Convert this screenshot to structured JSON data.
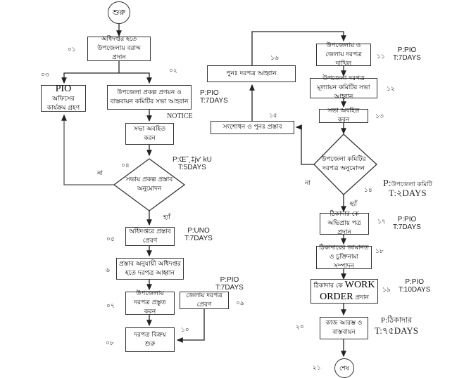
{
  "start": "শুরু",
  "end": "শেষ",
  "steps": {
    "s01": {
      "num": "০১",
      "text": "অধিদপ্তর হতে উপজেলায় বরাদ্দ প্রদান"
    },
    "s02": {
      "num": "০২",
      "text": "উপজেলা প্রকল্প প্রণয়ন ও বাস্তবায়ন কমিটির সভা আহবান",
      "note": "NOTICE"
    },
    "s03": {
      "num": "০৩",
      "text_prefix": "PIO",
      "text": "অফিসের কার্যক্রম গ্রহণ"
    },
    "s03b": {
      "text": "সভা অবহিত করন"
    },
    "s04": {
      "num": "০৪",
      "text": "সভায় প্রকল্প প্রস্তাব অনুমোদন",
      "no": "না",
      "yes": "হ্যাঁ",
      "p": "P:Œˆ¸‡jv' kU",
      "t": "T:5DAYS"
    },
    "s05": {
      "num": "০৫",
      "text": "অধিদপ্তরে প্রস্তাব প্রেরণ",
      "p": "P:UNO",
      "t": "T:7DAYS"
    },
    "s06": {
      "num": "৬",
      "text": "প্রস্তাব অনুযায়ী অধিদপ্তর হতে দরপত্র আহ্বান"
    },
    "s07": {
      "num": "০৭",
      "text": "উপজেলায় দরপত্র প্রস্তুত করন"
    },
    "s08": {
      "num": "০৮",
      "text": "দরপত্র বিক্রয় শুরু"
    },
    "s09": {
      "num": "০৯",
      "text": "জেলায় দরপত্র প্রেরণ",
      "p": "P:PIO",
      "t": "T:7DAYS"
    },
    "s10": {
      "num": "১০"
    },
    "s11": {
      "num": "১১",
      "text": "উপজেলায় ও জেলায় দরপত্র দাখিল",
      "p": "P:PIO",
      "t": "T:7DAYS"
    },
    "s12": {
      "num": "১২",
      "text": "উপজেলা দরপত্র মূল্যায়ন কমিটির সভা আহ্বান"
    },
    "s13": {
      "num": "১৩",
      "text": "সভা অবহিত করন"
    },
    "s14": {
      "num": "১৪",
      "text": "উপজেলা কমিটির দরপত্র অনুমোদন",
      "no": "না",
      "yes": "হ্যাঁ",
      "p_prefix": "P:",
      "p": "উপজেলা কমিটি",
      "t": "T:২DAYS"
    },
    "s15": {
      "num": "১৫",
      "text": "সংশোধন ও পুনঃ প্রস্তাব"
    },
    "s16": {
      "num": "১৬",
      "text": "পুনঃ দরপত্র আহ্বান",
      "p": "P:PIO",
      "t": "T:7DAYS"
    },
    "s17": {
      "num": "১৭",
      "text": "ঠিকাদার কে অভিপ্রায় পত্র প্রদান",
      "p": "P:PIO",
      "t": "T:7DAYS"
    },
    "s18": {
      "num": "১৮",
      "text": "ঠিকাদারের জামানত ও চুক্তিনামা সম্পাদন"
    },
    "s19": {
      "num": "১৯",
      "text_a": "ঠিকাদার কে",
      "text_b": "WORK",
      "text_c": "ORDER",
      "text_d": "প্রদান",
      "p": "P:PIO",
      "t": "T:10DAYS"
    },
    "s20": {
      "num": "২০",
      "text": "কাজ আরম্ভ ও বাস্তবায়ন",
      "p": "P:ঠিকাদার",
      "t": "T:৭৫DAYS"
    },
    "s21": {
      "num": "২১"
    }
  }
}
